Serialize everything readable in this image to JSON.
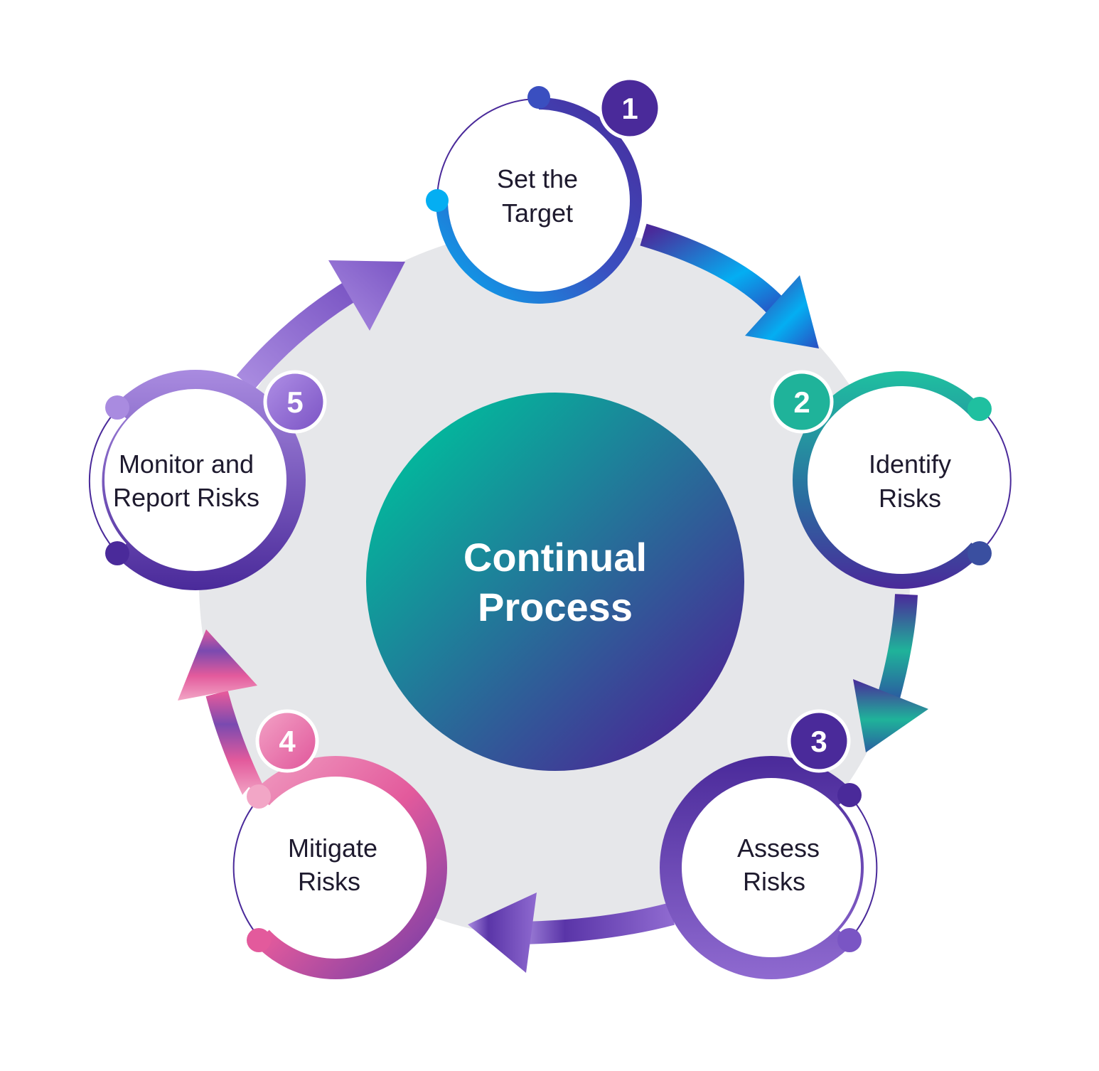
{
  "center": {
    "line1": "Continual",
    "line2": "Process"
  },
  "steps": [
    {
      "number": "1",
      "line1": "Set the",
      "line2": "Target",
      "color": "#4a2a9a"
    },
    {
      "number": "2",
      "line1": "Identify",
      "line2": "Risks",
      "color": "#1fb39a"
    },
    {
      "number": "3",
      "line1": "Assess",
      "line2": "Risks",
      "color": "#4a2a9a"
    },
    {
      "number": "4",
      "line1": "Mitigate",
      "line2": "Risks",
      "color": "#e873a8"
    },
    {
      "number": "5",
      "line1": "Monitor and",
      "line2": "Report Risks",
      "color": "#8f6ad0"
    }
  ],
  "colors": {
    "backdrop": "#e6e7ea",
    "center_start": "#00bd9c",
    "center_end": "#4a2696"
  }
}
